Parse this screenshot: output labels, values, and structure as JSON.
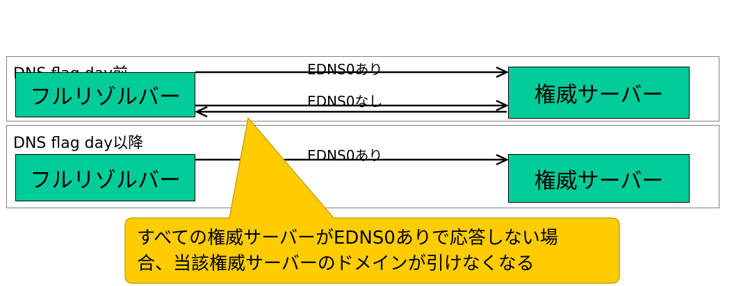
{
  "before_panel": {
    "title": "DNS flag day前",
    "resolver": "フルリゾルバー",
    "authority": "権威サーバー",
    "arrow_with_edns": "EDNS0あり",
    "arrow_without_edns": "EDNS0なし"
  },
  "after_panel": {
    "title": "DNS flag day以降",
    "resolver": "フルリゾルバー",
    "authority": "権威サーバー",
    "arrow_with_edns": "EDNS0あり"
  },
  "callout": {
    "line1": "すべての権威サーバーがEDNS0ありで応答しない場",
    "line2": "合、当該権威サーバーのドメインが引けなくなる"
  },
  "colors": {
    "node_fill": "#00cc99",
    "callout_fill": "#ffcc00",
    "callout_border": "#c9a300",
    "panel_border": "#7f7f7f"
  }
}
